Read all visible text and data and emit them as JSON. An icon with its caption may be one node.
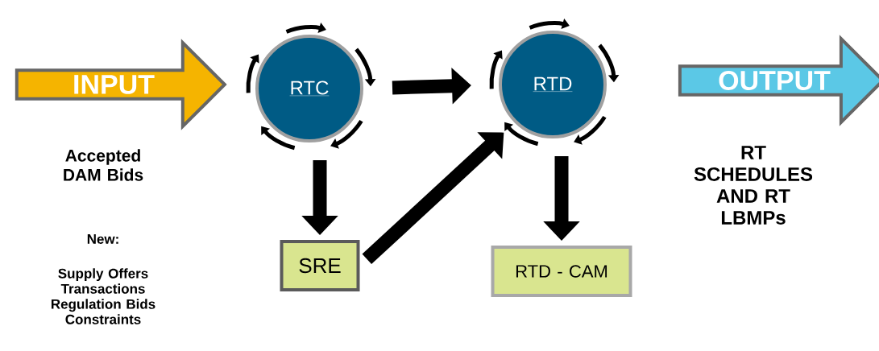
{
  "diagram": {
    "nodes": [
      {
        "text": [
          "INPUT"
        ],
        "beside": [
          "Accepted DAM Bids",
          "New:",
          "Supply Offers Transactions Regulation Bids Constraints"
        ]
      },
      {
        "text": [
          "RTC"
        ]
      },
      {
        "text": [
          "RTD"
        ]
      },
      {
        "text": [
          "OUTPUT"
        ],
        "beside": [
          "RT SCHEDULES AND RT LBMPs"
        ]
      },
      {
        "text": [
          "SRE"
        ]
      },
      {
        "text": [
          "RTD - CAM"
        ]
      }
    ],
    "edges": [
      {
        "from": 1,
        "to": 2,
        "arrow": "to"
      },
      {
        "from": 1,
        "to": 4,
        "arrow": "to"
      },
      {
        "from": 4,
        "to": 2,
        "arrow": "to"
      },
      {
        "from": 2,
        "to": 5,
        "arrow": "to"
      }
    ]
  }
}
